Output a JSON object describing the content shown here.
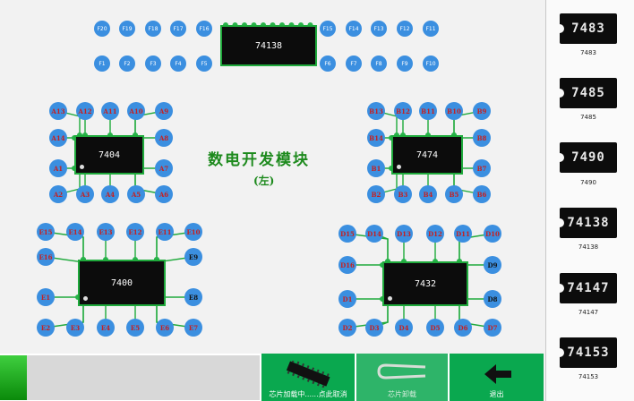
{
  "top_chip": {
    "name": "74138",
    "left_pins_top": [
      "F20",
      "F19",
      "F18",
      "F17",
      "F16"
    ],
    "left_pins_bottom": [
      "F1",
      "F2",
      "F3",
      "F4",
      "F5"
    ],
    "right_pins_top": [
      "F15",
      "F14",
      "F13",
      "F12",
      "F11"
    ],
    "right_pins_bottom": [
      "F6",
      "F7",
      "F8",
      "F9",
      "F10"
    ]
  },
  "chip_a": {
    "name": "7404",
    "top": [
      "A13",
      "A12",
      "A11",
      "A10",
      "A9"
    ],
    "left": [
      "A14",
      "A1"
    ],
    "right": [
      "A8",
      "A7"
    ],
    "bottom": [
      "A2",
      "A3",
      "A4",
      "A5",
      "A6"
    ]
  },
  "chip_b": {
    "name": "7474",
    "top": [
      "B13",
      "B12",
      "B11",
      "B10",
      "B9"
    ],
    "left": [
      "B14",
      "B1"
    ],
    "right": [
      "B8",
      "B7"
    ],
    "bottom": [
      "B2",
      "B3",
      "B4",
      "B5",
      "B6"
    ]
  },
  "chip_e": {
    "name": "7400",
    "top": [
      "E15",
      "E14",
      "E13",
      "E12",
      "E11",
      "E10"
    ],
    "left": [
      "E16",
      "E1"
    ],
    "right": [
      "E9",
      "E8"
    ],
    "bottom": [
      "E2",
      "E3",
      "E4",
      "E5",
      "E6",
      "E7"
    ]
  },
  "chip_d": {
    "name": "7432",
    "top": [
      "D15",
      "D14",
      "D13",
      "D12",
      "D11",
      "D10"
    ],
    "left": [
      "D16",
      "D1"
    ],
    "right": [
      "D9",
      "D8"
    ],
    "bottom": [
      "D2",
      "D3",
      "D4",
      "D5",
      "D6",
      "D7"
    ]
  },
  "module_title": "数电开发模块",
  "module_subtitle": "(左)",
  "sidebar_chips": [
    "7483",
    "7485",
    "7490",
    "74138",
    "74147",
    "74153"
  ],
  "buttons": {
    "load": "芯片加载中......点此取消",
    "unload": "芯片卸载",
    "exit": "退出"
  }
}
